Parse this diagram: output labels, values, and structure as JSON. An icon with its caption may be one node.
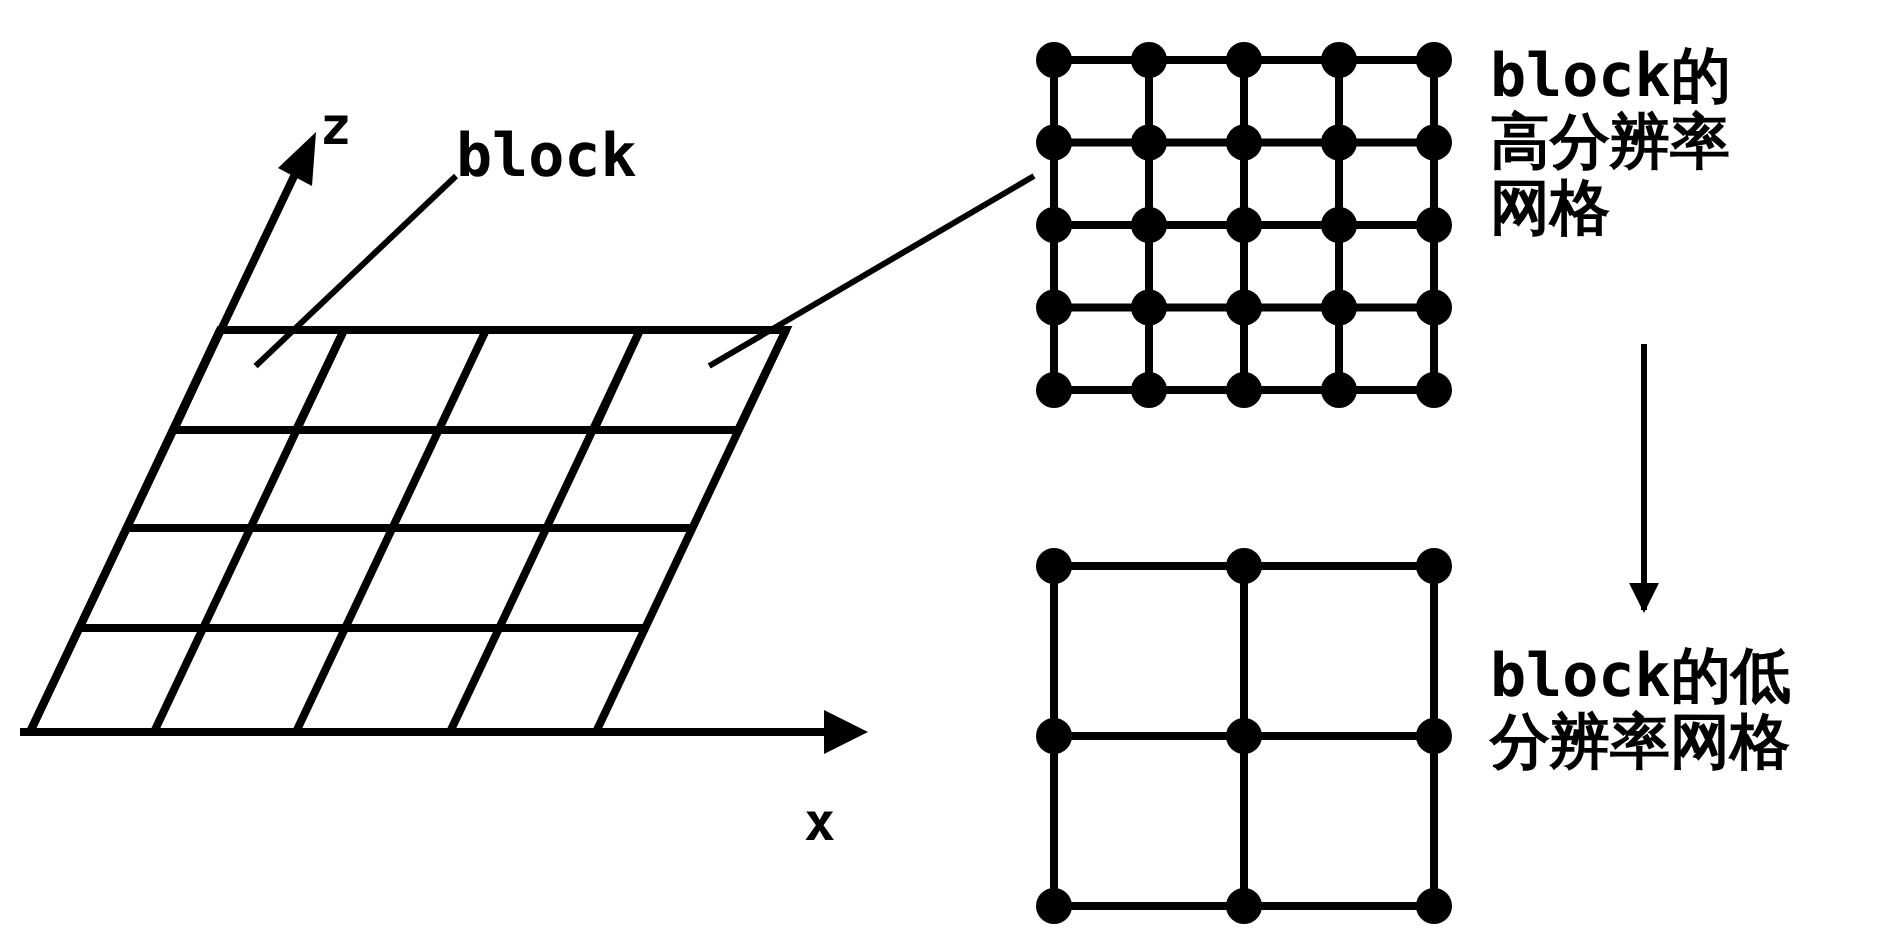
{
  "diagram": {
    "nodes": [
      {
        "text": [
          "block"
        ]
      },
      {
        "text": [],
        "shape": "box"
      },
      {
        "text": [],
        "shape": "box"
      },
      {
        "text": [],
        "shape": "picture",
        "beside": [
          "block的高分辨率网格"
        ]
      },
      {
        "text": [],
        "shape": "picture",
        "beside": [
          "block的低分辨率网格"
        ]
      }
    ],
    "edges": [
      {
        "from": 0,
        "to": 1,
        "arrow": "none"
      },
      {
        "from": 3,
        "to": 2,
        "arrow": "none"
      },
      {
        "from": 3,
        "to": 4,
        "arrow": "to"
      }
    ],
    "labels": [
      "z",
      "x"
    ]
  }
}
